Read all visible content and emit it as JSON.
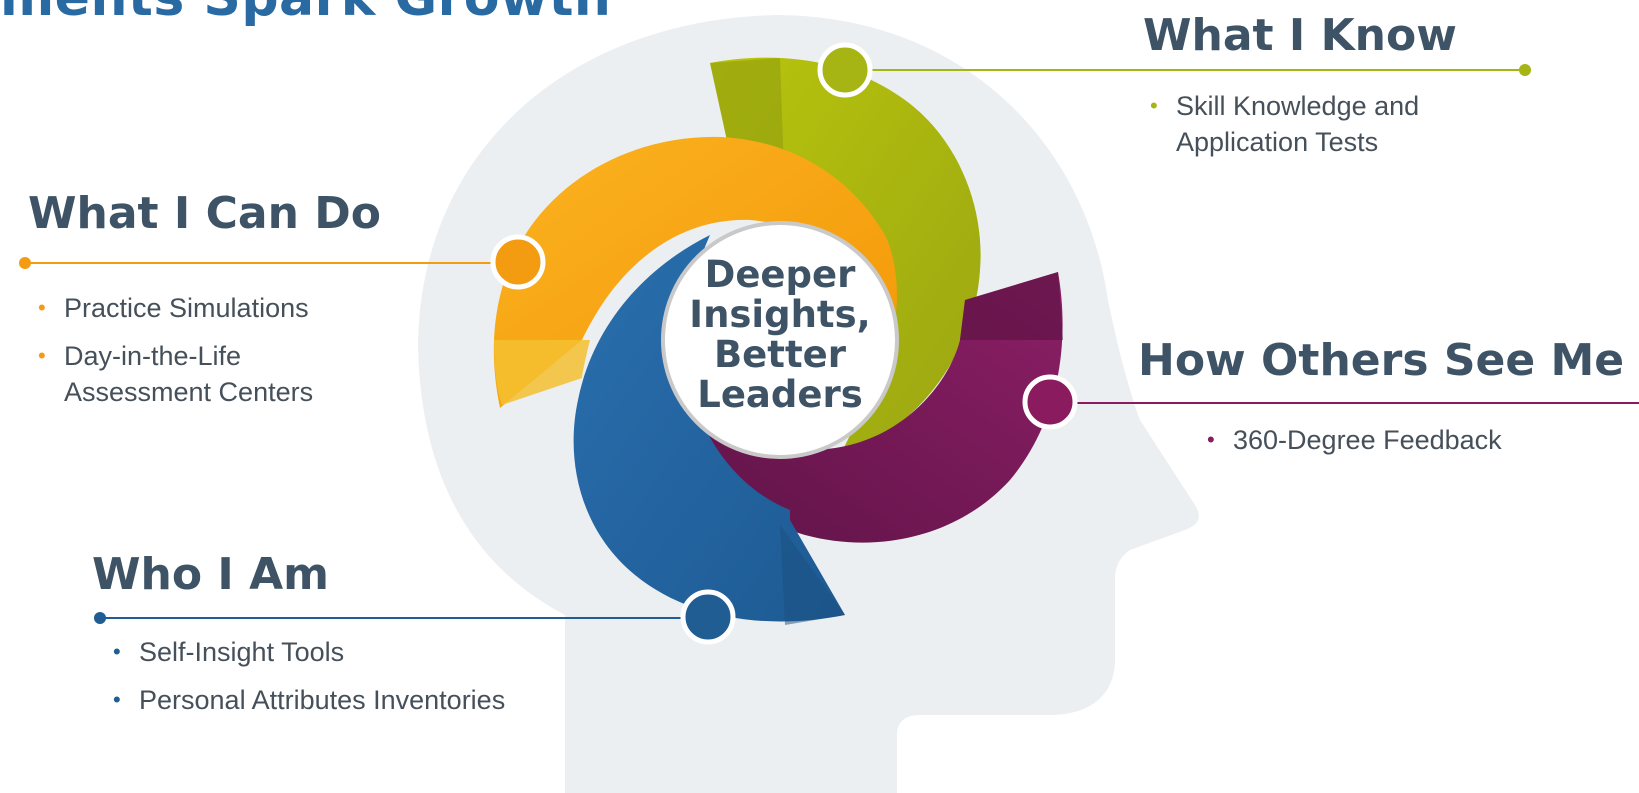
{
  "top_title": "ments Spark Growth",
  "center_label": "Deeper Insights, Better Leaders",
  "sections": {
    "know": {
      "title": "What I Know",
      "color": "#a7b514",
      "items": [
        "Skill Knowledge and Application Tests"
      ]
    },
    "can_do": {
      "title": "What I Can Do",
      "color": "#f39c12",
      "items": [
        "Practice Simulations",
        "Day-in-the-Life Assessment Centers"
      ]
    },
    "others": {
      "title": "How Others See Me",
      "color": "#8a1b5e",
      "items": [
        "360-Degree Feedback"
      ]
    },
    "who": {
      "title": "Who I Am",
      "color": "#1f5d93",
      "items": [
        "Self-Insight Tools",
        "Personal Attributes Inventories"
      ]
    }
  },
  "bullet_glyph": "•"
}
